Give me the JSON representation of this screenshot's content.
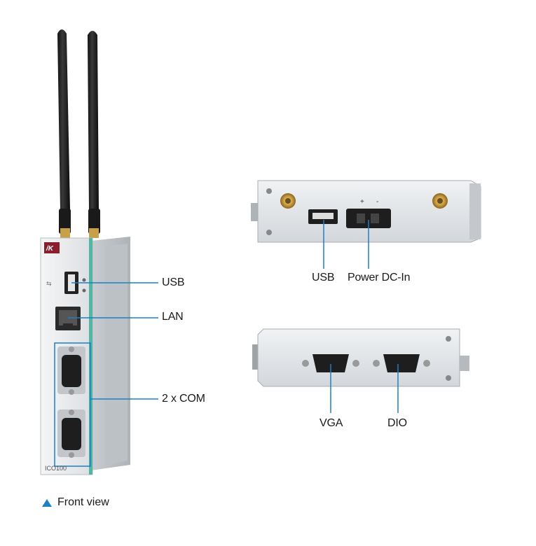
{
  "front": {
    "brand_badge": "/K",
    "model_text": "ICO100",
    "callouts": {
      "usb": "USB",
      "lan": "LAN",
      "com": "2 x COM"
    }
  },
  "top_panel": {
    "callouts": {
      "usb": "USB",
      "power": "Power DC-In"
    }
  },
  "bottom_panel": {
    "callouts": {
      "vga": "VGA",
      "dio": "DIO"
    }
  },
  "caption": {
    "text": "Front view"
  },
  "colors": {
    "callout_line": "#1d7fc4",
    "device_body": "#e6e8ea",
    "accent_green": "#4fb7a2"
  }
}
